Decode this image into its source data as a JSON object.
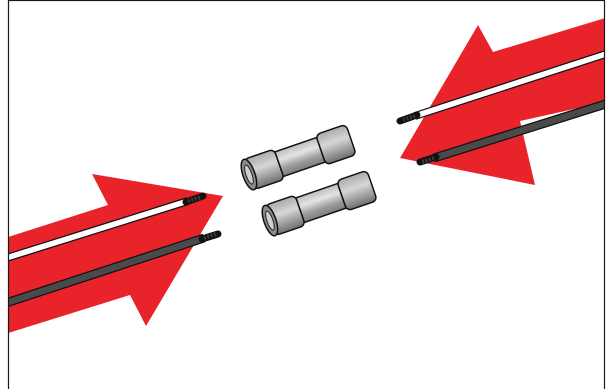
{
  "figure": {
    "colors": {
      "background": "#ffffff",
      "border": "#1a1a1a",
      "arrow": "#e8232a",
      "arrow_edge": "#c4151c",
      "wire_white": "#ffffff",
      "wire_dark": "#4a4a4a",
      "wire_outline": "#111111",
      "strand": "#2a2a2a",
      "connector_light": "#d9d9d9",
      "connector_mid": "#a9a9a9",
      "connector_dark": "#7a7a7a"
    },
    "arrows": [
      {
        "name": "left-arrow",
        "points_to": "right"
      },
      {
        "name": "right-arrow",
        "points_to": "left"
      }
    ],
    "wires": [
      {
        "name": "left-white-wire",
        "insulation": "white"
      },
      {
        "name": "left-dark-wire",
        "insulation": "dark"
      },
      {
        "name": "right-white-wire",
        "insulation": "white"
      },
      {
        "name": "right-dark-wire",
        "insulation": "dark"
      }
    ],
    "connectors": [
      {
        "name": "butt-connector-top"
      },
      {
        "name": "butt-connector-bottom"
      }
    ]
  }
}
